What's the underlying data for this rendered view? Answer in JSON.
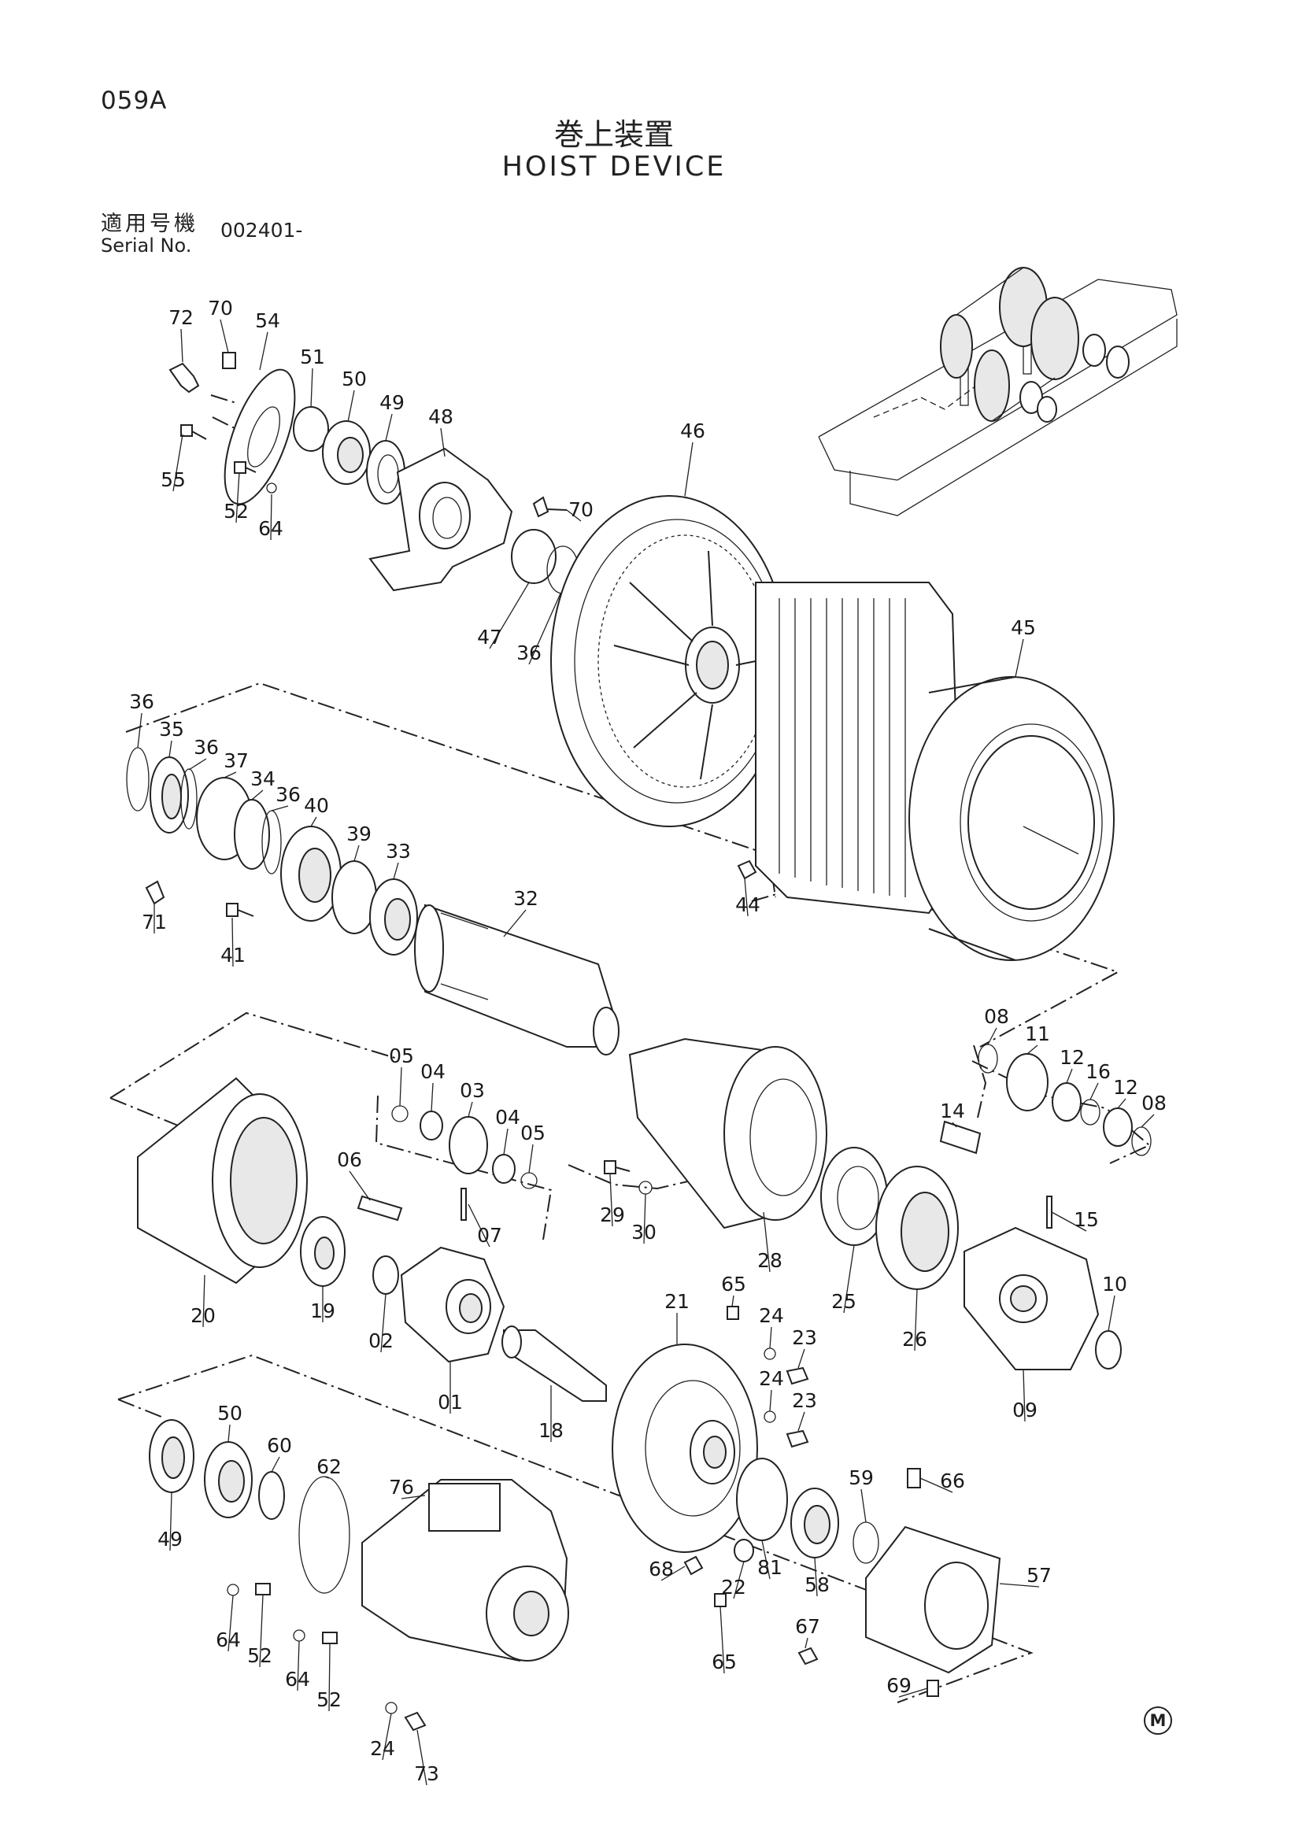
{
  "header": {
    "page_code": "059A",
    "title_jp": "巻上装置",
    "title_en": "HOIST DEVICE",
    "serial_label_jp": "適用号機",
    "serial_label_en": "Serial No.",
    "serial_value": "002401-"
  },
  "footer": {
    "marker": "M"
  },
  "parts": [
    {
      "id": "p72",
      "label": "72"
    },
    {
      "id": "p70a",
      "label": "70"
    },
    {
      "id": "p54",
      "label": "54"
    },
    {
      "id": "p51",
      "label": "51"
    },
    {
      "id": "p50a",
      "label": "50"
    },
    {
      "id": "p49a",
      "label": "49"
    },
    {
      "id": "p48",
      "label": "48"
    },
    {
      "id": "p55",
      "label": "55"
    },
    {
      "id": "p52a",
      "label": "52"
    },
    {
      "id": "p64a",
      "label": "64"
    },
    {
      "id": "p46",
      "label": "46"
    },
    {
      "id": "p70b",
      "label": "70"
    },
    {
      "id": "p47",
      "label": "47"
    },
    {
      "id": "p36a",
      "label": "36"
    },
    {
      "id": "p45",
      "label": "45"
    },
    {
      "id": "p36b",
      "label": "36"
    },
    {
      "id": "p35",
      "label": "35"
    },
    {
      "id": "p36c",
      "label": "36"
    },
    {
      "id": "p37",
      "label": "37"
    },
    {
      "id": "p34",
      "label": "34"
    },
    {
      "id": "p36d",
      "label": "36"
    },
    {
      "id": "p40",
      "label": "40"
    },
    {
      "id": "p39",
      "label": "39"
    },
    {
      "id": "p33",
      "label": "33"
    },
    {
      "id": "p71",
      "label": "71"
    },
    {
      "id": "p32",
      "label": "32"
    },
    {
      "id": "p44",
      "label": "44"
    },
    {
      "id": "p41",
      "label": "41"
    },
    {
      "id": "p08a",
      "label": "08"
    },
    {
      "id": "p11",
      "label": "11"
    },
    {
      "id": "p12a",
      "label": "12"
    },
    {
      "id": "p16",
      "label": "16"
    },
    {
      "id": "p12b",
      "label": "12"
    },
    {
      "id": "p08b",
      "label": "08"
    },
    {
      "id": "p05a",
      "label": "05"
    },
    {
      "id": "p04a",
      "label": "04"
    },
    {
      "id": "p03",
      "label": "03"
    },
    {
      "id": "p04b",
      "label": "04"
    },
    {
      "id": "p05b",
      "label": "05"
    },
    {
      "id": "p14",
      "label": "14"
    },
    {
      "id": "p06",
      "label": "06"
    },
    {
      "id": "p07",
      "label": "07"
    },
    {
      "id": "p29",
      "label": "29"
    },
    {
      "id": "p30",
      "label": "30"
    },
    {
      "id": "p15",
      "label": "15"
    },
    {
      "id": "p28",
      "label": "28"
    },
    {
      "id": "p25",
      "label": "25"
    },
    {
      "id": "p26",
      "label": "26"
    },
    {
      "id": "p20",
      "label": "20"
    },
    {
      "id": "p19",
      "label": "19"
    },
    {
      "id": "p02",
      "label": "02"
    },
    {
      "id": "p01",
      "label": "01"
    },
    {
      "id": "p10",
      "label": "10"
    },
    {
      "id": "p65a",
      "label": "65"
    },
    {
      "id": "p21",
      "label": "21"
    },
    {
      "id": "p24a",
      "label": "24"
    },
    {
      "id": "p23a",
      "label": "23"
    },
    {
      "id": "p24b",
      "label": "24"
    },
    {
      "id": "p23b",
      "label": "23"
    },
    {
      "id": "p09",
      "label": "09"
    },
    {
      "id": "p18",
      "label": "18"
    },
    {
      "id": "p50b",
      "label": "50"
    },
    {
      "id": "p60",
      "label": "60"
    },
    {
      "id": "p62",
      "label": "62"
    },
    {
      "id": "p76",
      "label": "76"
    },
    {
      "id": "p49b",
      "label": "49"
    },
    {
      "id": "p59",
      "label": "59"
    },
    {
      "id": "p66",
      "label": "66"
    },
    {
      "id": "p68",
      "label": "68"
    },
    {
      "id": "p22",
      "label": "22"
    },
    {
      "id": "p81",
      "label": "81"
    },
    {
      "id": "p58",
      "label": "58"
    },
    {
      "id": "p57",
      "label": "57"
    },
    {
      "id": "p64b",
      "label": "64"
    },
    {
      "id": "p52b",
      "label": "52"
    },
    {
      "id": "p64c",
      "label": "64"
    },
    {
      "id": "p52c",
      "label": "52"
    },
    {
      "id": "p65b",
      "label": "65"
    },
    {
      "id": "p67",
      "label": "67"
    },
    {
      "id": "p69",
      "label": "69"
    },
    {
      "id": "p24c",
      "label": "24"
    },
    {
      "id": "p73",
      "label": "73"
    }
  ]
}
